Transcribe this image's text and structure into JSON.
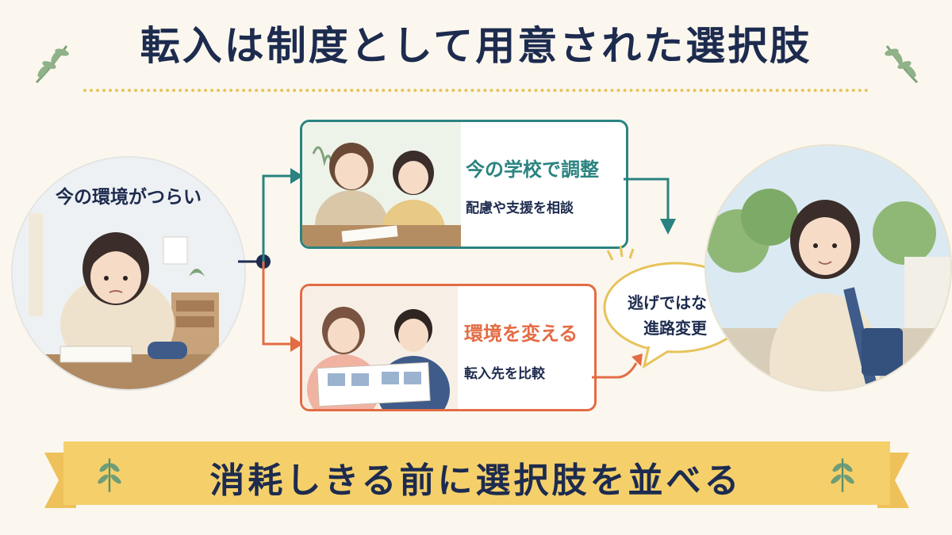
{
  "title": "転入は制度として用意された選択肢",
  "left": {
    "label": "今の環境がつらい"
  },
  "option_top": {
    "title": "今の学校で調整",
    "subtitle": "配慮や支援を相談"
  },
  "option_bottom": {
    "title": "環境を変える",
    "subtitle": "転入先を比較"
  },
  "bubble": {
    "line1": "逃げではなく",
    "line2": "進路変更"
  },
  "banner": {
    "text": "消耗しきる前に選択肢を並べる"
  },
  "colors": {
    "navy": "#1d2b4f",
    "teal": "#2a8380",
    "orange": "#e36c44",
    "gold": "#f5d06a",
    "dots": "#e7c35b",
    "background": "#fbf7ee"
  },
  "icons": [
    "leaf-sprig-icon",
    "arrow-right-icon",
    "arrow-down-icon",
    "sparkle-icon"
  ]
}
